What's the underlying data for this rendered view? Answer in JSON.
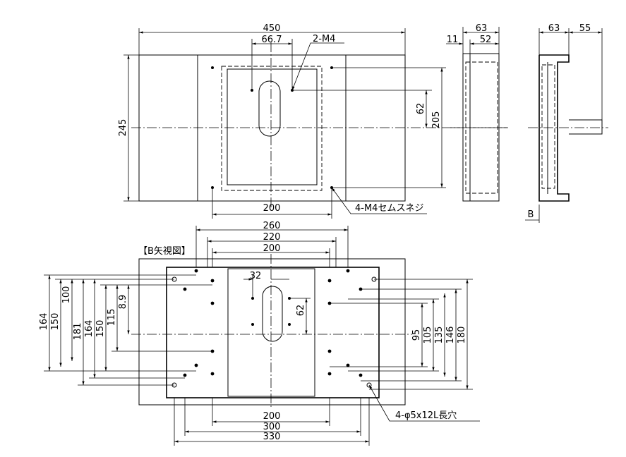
{
  "front_view": {
    "dim_width": "450",
    "dim_height": "245",
    "dim_hole_pitch": "66.7",
    "callout_holes": "2-M4",
    "dim_hole_offset": "62",
    "dim_screw_pitch_v": "205",
    "dim_screw_pitch_h": "200",
    "callout_screws": "4-M4セムスネジ"
  },
  "side_view": {
    "dim_depth": "63",
    "dim_inner": "52",
    "dim_flange": "11"
  },
  "section_view": {
    "dim_depth": "63",
    "dim_projection": "55",
    "arrow_label": "B"
  },
  "b_view": {
    "title": "【B矢視図】",
    "dim_260": "260",
    "dim_220": "220",
    "dim_200_top": "200",
    "dim_32": "32",
    "dim_62": "62",
    "left_dims": [
      "164",
      "150",
      "100",
      "181",
      "164",
      "150",
      "115",
      "8.9"
    ],
    "right_dims": [
      "95",
      "105",
      "135",
      "146",
      "180"
    ],
    "dim_200_bottom": "200",
    "dim_300": "300",
    "dim_330": "330",
    "callout_slots": "4-φ5x12L長穴"
  }
}
